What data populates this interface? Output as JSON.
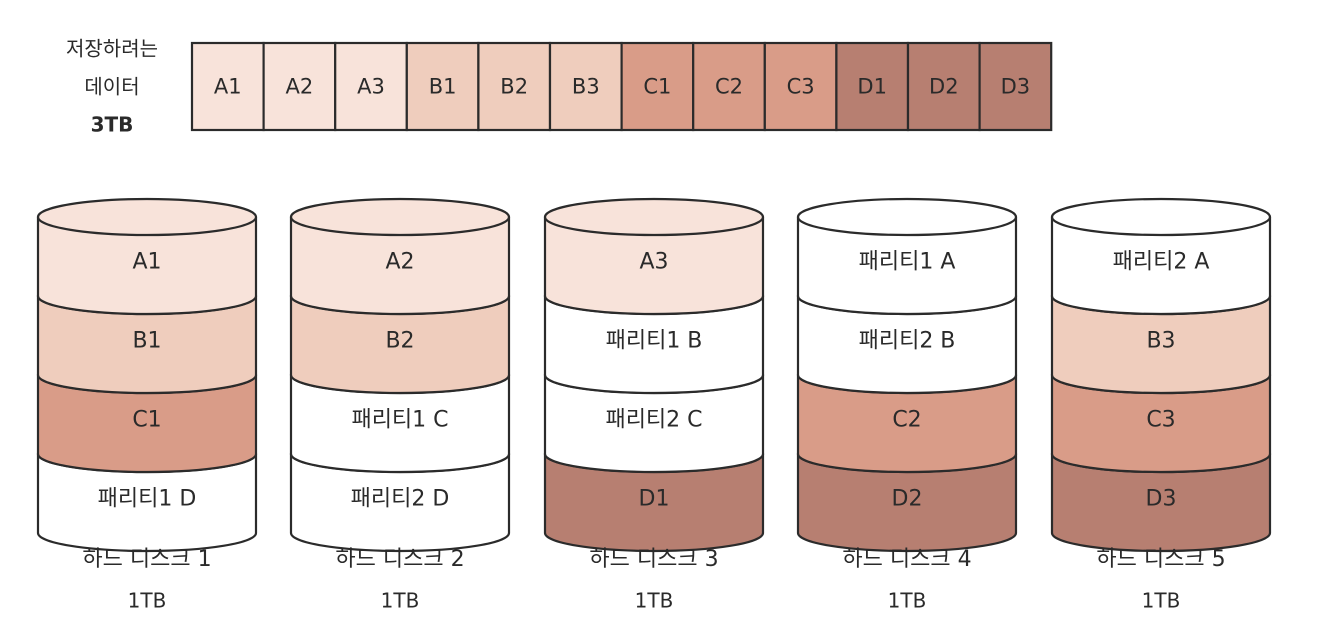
{
  "data_label": {
    "line1": "저장하려는",
    "line2": "데이터",
    "line3": "3TB"
  },
  "colors": {
    "A": "#f8e3da",
    "B": "#efcdbd",
    "C": "#d99c88",
    "D": "#b77f71",
    "parity": "#ffffff",
    "ink": "#2b2b2b"
  },
  "data_blocks": [
    {
      "label": "A1",
      "group": "A"
    },
    {
      "label": "A2",
      "group": "A"
    },
    {
      "label": "A3",
      "group": "A"
    },
    {
      "label": "B1",
      "group": "B"
    },
    {
      "label": "B2",
      "group": "B"
    },
    {
      "label": "B3",
      "group": "B"
    },
    {
      "label": "C1",
      "group": "C"
    },
    {
      "label": "C2",
      "group": "C"
    },
    {
      "label": "C3",
      "group": "C"
    },
    {
      "label": "D1",
      "group": "D"
    },
    {
      "label": "D2",
      "group": "D"
    },
    {
      "label": "D3",
      "group": "D"
    }
  ],
  "disks": [
    {
      "name": "하드 디스크 1",
      "capacity": "1TB",
      "segments": [
        {
          "label": "A1",
          "group": "A"
        },
        {
          "label": "B1",
          "group": "B"
        },
        {
          "label": "C1",
          "group": "C"
        },
        {
          "label": "패리티1 D",
          "group": "parity"
        }
      ]
    },
    {
      "name": "하드 디스크 2",
      "capacity": "1TB",
      "segments": [
        {
          "label": "A2",
          "group": "A"
        },
        {
          "label": "B2",
          "group": "B"
        },
        {
          "label": "패리티1 C",
          "group": "parity"
        },
        {
          "label": "패리티2 D",
          "group": "parity"
        }
      ]
    },
    {
      "name": "하드 디스크 3",
      "capacity": "1TB",
      "segments": [
        {
          "label": "A3",
          "group": "A"
        },
        {
          "label": "패리티1 B",
          "group": "parity"
        },
        {
          "label": "패리티2 C",
          "group": "parity"
        },
        {
          "label": "D1",
          "group": "D"
        }
      ]
    },
    {
      "name": "하드 디스크 4",
      "capacity": "1TB",
      "segments": [
        {
          "label": "패리티1 A",
          "group": "parity"
        },
        {
          "label": "패리티2 B",
          "group": "parity"
        },
        {
          "label": "C2",
          "group": "C"
        },
        {
          "label": "D2",
          "group": "D"
        }
      ]
    },
    {
      "name": "하드 디스크 5",
      "capacity": "1TB",
      "segments": [
        {
          "label": "패리티2 A",
          "group": "parity"
        },
        {
          "label": "B3",
          "group": "B"
        },
        {
          "label": "C3",
          "group": "C"
        },
        {
          "label": "D3",
          "group": "D"
        }
      ]
    }
  ]
}
